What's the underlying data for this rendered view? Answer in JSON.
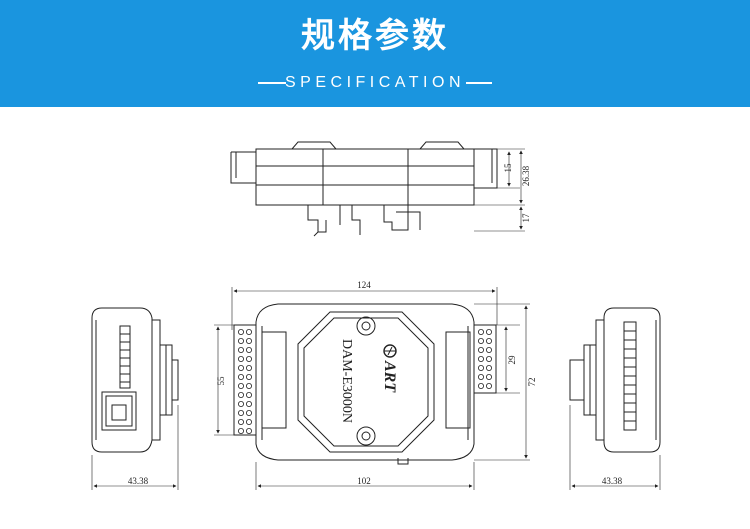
{
  "header": {
    "title": "规格参数",
    "subtitle": "SPECIFICATION",
    "background_color": "#1a95df",
    "text_color": "#ffffff"
  },
  "drawing": {
    "top_view": {
      "dim_15": "15",
      "dim_26_38": "26.38",
      "dim_17": "17"
    },
    "left_side_view": {
      "dim_width": "43.38"
    },
    "front_view": {
      "dim_124": "124",
      "dim_102": "102",
      "dim_55": "55",
      "dim_29": "29",
      "dim_72": "72",
      "logo_text": "ART",
      "model": "DAM-E3000N"
    },
    "right_side_view": {
      "dim_width": "43.38"
    }
  }
}
